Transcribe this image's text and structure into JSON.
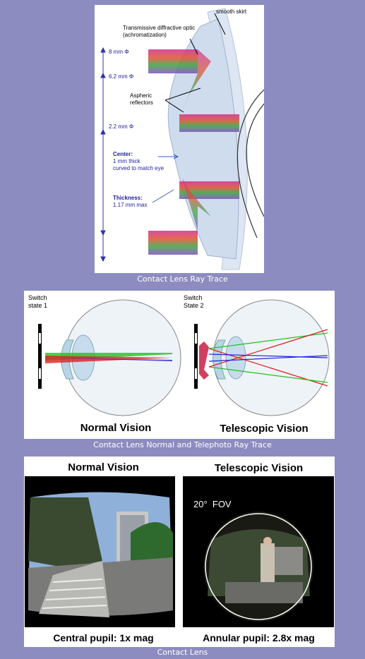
{
  "figure1": {
    "caption": "Contact Lens Ray Trace",
    "labels": {
      "smooth_skirt": "smooth skirt",
      "diffractive_line1": "Transmissive diffractive optic",
      "diffractive_line2": "(achromatization)",
      "dim_8": "8 mm Φ",
      "dim_62": "6.2 mm Φ",
      "dim_22": "2.2 mm Φ",
      "aspheric_line1": "Aspheric",
      "aspheric_line2": "reflectors",
      "center_line1": "Center:",
      "center_line2": "1 mm thick",
      "center_line3": "curved to match eye",
      "thickness_line1": "Thickness:",
      "thickness_line2": "1.17 mm max"
    }
  },
  "figure2": {
    "caption": "Contact Lens Normal and Telephoto Ray Trace",
    "switch1_line1": "Switch",
    "switch1_line2": "state 1",
    "switch2_line1": "Switch",
    "switch2_line2": "State 2",
    "title_normal": "Normal Vision",
    "title_telescopic": "Telescopic Vision"
  },
  "figure3": {
    "caption": "Contact Lens",
    "title_normal": "Normal Vision",
    "title_telescopic": "Telescopic Vision",
    "fov_label": "20°  FOV",
    "bottom_normal": "Central pupil: 1x mag",
    "bottom_telescopic": "Annular pupil: 2.8x mag"
  }
}
